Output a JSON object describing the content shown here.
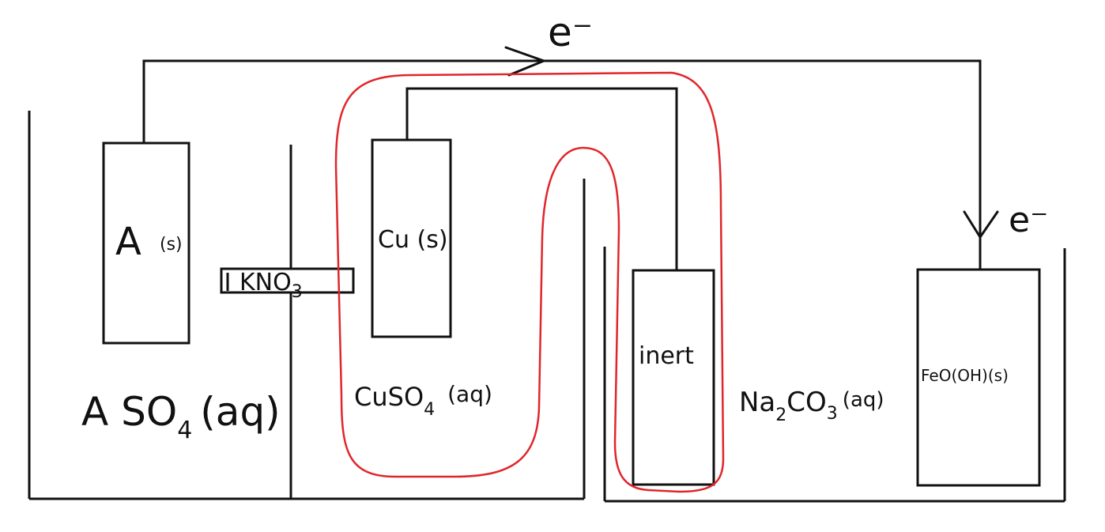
{
  "electrodes": {
    "a": "A",
    "a_state": "(s)",
    "cu": "Cu (s)",
    "inert": "inert",
    "feo": "FeO(OH)(s)"
  },
  "solutions": {
    "aso4": {
      "base": "A SO",
      "sub": "4",
      "state": "(aq)"
    },
    "cuso4": {
      "base": "CuSO",
      "sub": "4",
      "state": "(aq)"
    },
    "na2co3": {
      "p1": "Na",
      "sub1": "2",
      "p2": "CO",
      "sub2": "3",
      "state": "(aq)"
    }
  },
  "salt_bridge": {
    "base": "KNO",
    "sub": "3"
  },
  "electron_labels": {
    "top": "e⁻",
    "right": "e⁻"
  },
  "colors": {
    "ink": "#111111",
    "highlight": "#e0262b"
  }
}
